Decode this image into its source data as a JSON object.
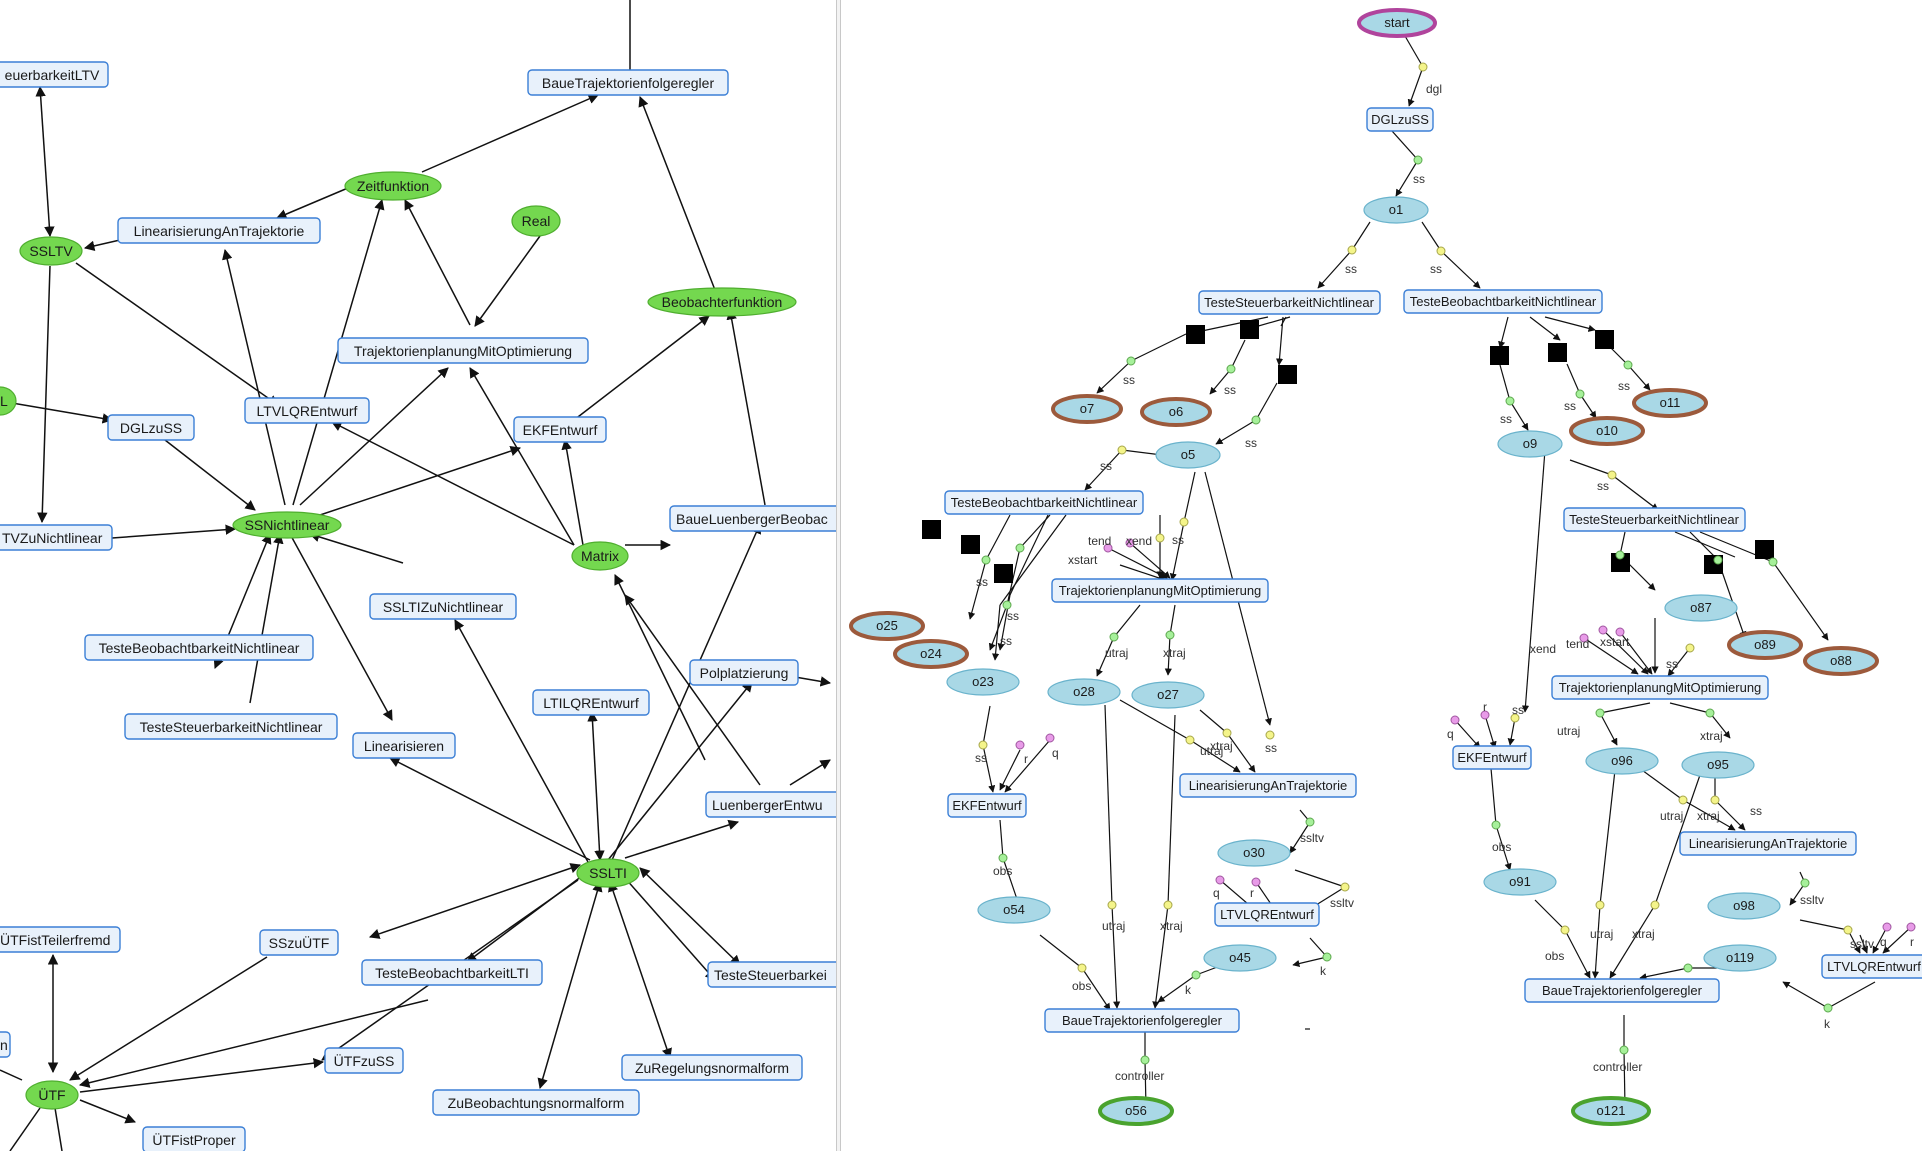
{
  "left_graph": {
    "nodes": {
      "steuerbarkeit_ltv": "euerbarkeitLTV",
      "baue_trajektorienfolgeregler": "BaueTrajektorienfolgeregler",
      "zeitfunktion": "Zeitfunktion",
      "linearisierung_an_trajektorie": "LinearisierungAnTrajektorie",
      "real": "Real",
      "ssltv": "SSLTV",
      "beobachterfunktion": "Beobachterfunktion",
      "trajektorienplanung": "TrajektorienplanungMitOptimierung",
      "l_stub": "L",
      "dglzuss": "DGLzuSS",
      "ltvlqr": "LTVLQREntwurf",
      "ekf": "EKFEntwurf",
      "baue_luenberger": "BaueLuenbergerBeobac",
      "tvzu_nichtlinear": "TVZuNichtlinear",
      "ssnichtlinear": "SSNichtlinear",
      "matrix": "Matrix",
      "sslti_zu_nichtlinear": "SSLTIZuNichtlinear",
      "teste_beobachtbarkeit_nl": "TesteBeobachtbarkeitNichtlinear",
      "polplatzierung": "Polplatzierung",
      "ltilqr": "LTILQREntwurf",
      "teste_steuerbarkeit_nl": "TesteSteuerbarkeitNichtlinear",
      "linearisieren": "Linearisieren",
      "luenberger_entwurf": "LuenbergerEntwu",
      "sslti": "SSLTI",
      "utf_teilerfremd": "ÜTFistTeilerfremd",
      "sszu_utf": "SSzuÜTF",
      "teste_beobachtbarkeit_lti": "TesteBeobachtbarkeitLTI",
      "teste_steuerbarkei": "TesteSteuerbarkei",
      "n_stub": "n",
      "utfzuss": "ÜTFzuSS",
      "zu_regelungsnormalform": "ZuRegelungsnormalform",
      "utf": "ÜTF",
      "zu_beobachtungsnormalform": "ZuBeobachtungsnormalform",
      "utf_proper": "ÜTFistProper"
    }
  },
  "right_graph": {
    "nodes": {
      "start": "start",
      "dglzuss": "DGLzuSS",
      "o1": "o1",
      "teste_steuer_1": "TesteSteuerbarkeitNichtlinear",
      "teste_beob_1": "TesteBeobachtbarkeitNichtlinear",
      "o7": "o7",
      "o6": "o6",
      "o5": "o5",
      "o11": "o11",
      "o10": "o10",
      "o9": "o9",
      "teste_beob_2": "TesteBeobachtbarkeitNichtlinear",
      "teste_steuer_2": "TesteSteuerbarkeitNichtlinear",
      "trajplan_1": "TrajektorienplanungMitOptimierung",
      "o25": "o25",
      "o24": "o24",
      "o23": "o23",
      "o28": "o28",
      "o27": "o27",
      "o87": "o87",
      "o89": "o89",
      "o88": "o88",
      "trajplan_2": "TrajektorienplanungMitOptimierung",
      "ekf_1": "EKFEntwurf",
      "ekf_2": "EKFEntwurf",
      "linear_traj_1": "LinearisierungAnTrajektorie",
      "o96": "o96",
      "o95": "o95",
      "linear_traj_2": "LinearisierungAnTrajektorie",
      "o30": "o30",
      "o54": "o54",
      "ltvlqr_1": "LTVLQREntwurf",
      "o91": "o91",
      "o98": "o98",
      "o45": "o45",
      "o119": "o119",
      "ltvlqr_2": "LTVLQREntwurf",
      "baue_1": "BaueTrajektorienfolgeregler",
      "baue_2": "BaueTrajektorienfolgeregler",
      "o56": "o56",
      "o121": "o121"
    },
    "labels": {
      "dgl": "dgl",
      "ss": "ss",
      "tend": "tend",
      "xend": "xend",
      "xstart": "xstart",
      "utraj": "utraj",
      "xtraj": "xtraj",
      "r": "r",
      "q": "q",
      "obs": "obs",
      "ssltv": "ssltv",
      "k": "k",
      "controller": "controller"
    }
  },
  "colors": {
    "rect_fill": "#e8f1fb",
    "rect_border": "#3b7fd6",
    "green_node": "#74d84f",
    "op_node": "#a9d8e6",
    "start_border": "#b0449c",
    "output_border": "#9c5a3c",
    "final_border": "#4aa32e"
  }
}
